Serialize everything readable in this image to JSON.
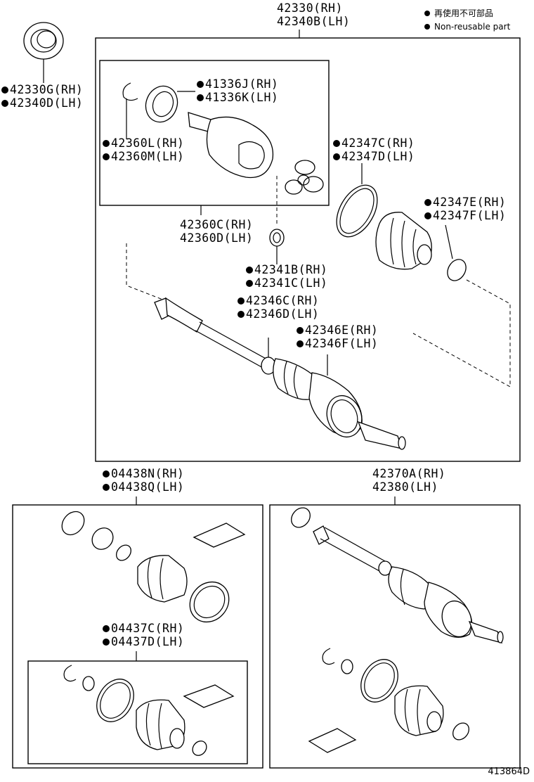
{
  "legend": {
    "line_jp": "再使用不可部品",
    "line_en": "Non-reusable part"
  },
  "diagram_code": "413864D",
  "labels": {
    "assembly": [
      "42330(RH)",
      "42340B(LH)"
    ],
    "seal": [
      "42330G(RH)",
      "42340D(LH)"
    ],
    "inner_bearing": [
      "41336J(RH)",
      "41336K(LH)"
    ],
    "snap_ring": [
      "42360L(RH)",
      "42360M(LH)"
    ],
    "inner_joint": [
      "42360C(RH)",
      "42360D(LH)"
    ],
    "clamp_boot_large": [
      "42347C(RH)",
      "42347D(LH)"
    ],
    "clamp_boot_small": [
      "42347E(RH)",
      "42347F(LH)"
    ],
    "hole_snap": [
      "42341B(RH)",
      "42341C(LH)"
    ],
    "boot_band_a": [
      "42346C(RH)",
      "42346D(LH)"
    ],
    "boot_band_b": [
      "42346E(RH)",
      "42346F(LH)"
    ],
    "boot_kit_outer": [
      "04438N(RH)",
      "04438Q(LH)"
    ],
    "boot_kit_inner": [
      "04437C(RH)",
      "04437D(LH)"
    ],
    "outer_shaft": [
      "42370A(RH)",
      "42380(LH)"
    ]
  },
  "non_reusable_marker": "●"
}
